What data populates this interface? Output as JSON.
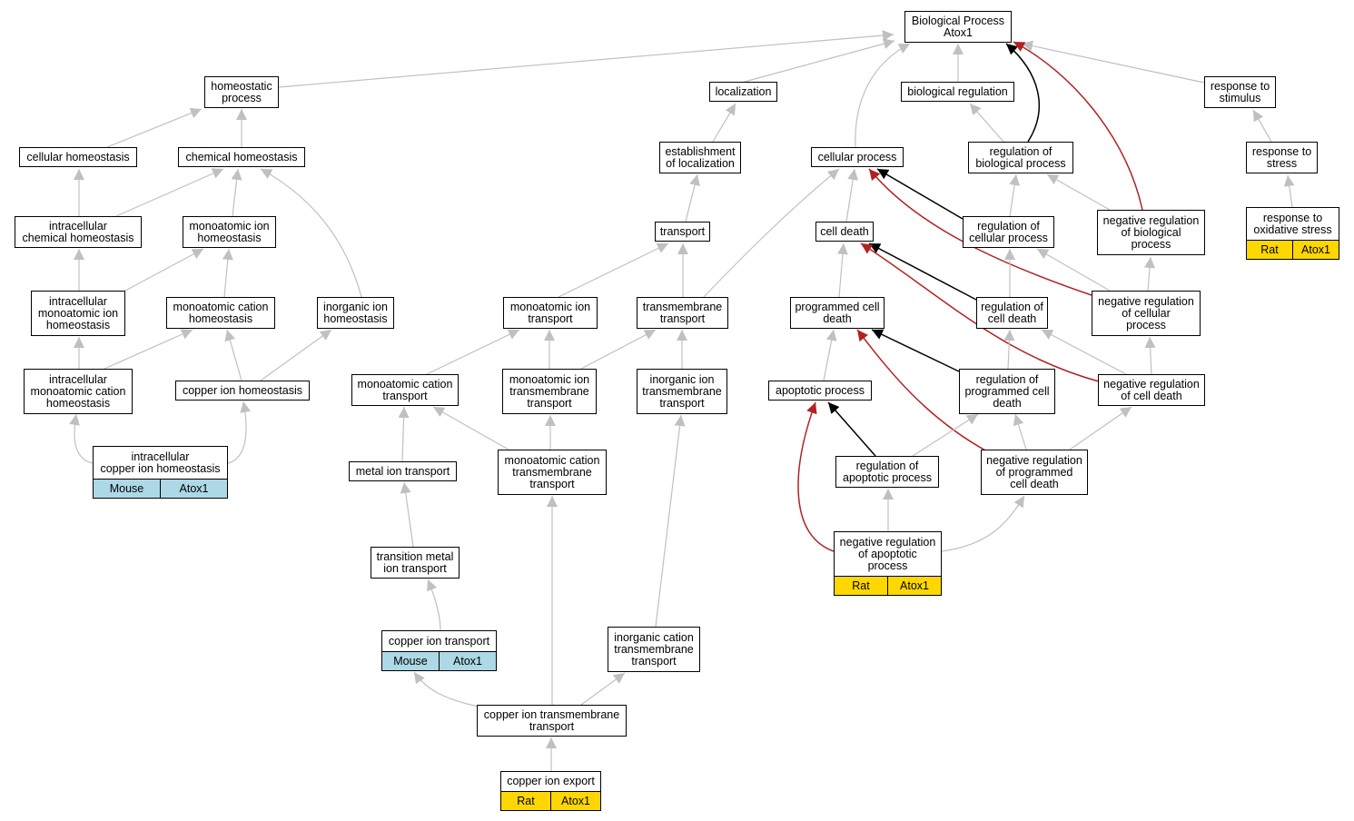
{
  "graph": {
    "colors": {
      "is_a": "#c0c0c0",
      "regulates": "#000000",
      "negatively_regulates": "#b22222",
      "annotation_mouse": "#add8e6",
      "annotation_rat": "#ffd700"
    },
    "nodes": [
      {
        "id": "bp",
        "label": "Biological Process\nAtox1"
      },
      {
        "id": "homeo",
        "label": "homeostatic\nprocess"
      },
      {
        "id": "loc",
        "label": "localization"
      },
      {
        "id": "bioreg",
        "label": "biological regulation"
      },
      {
        "id": "resp",
        "label": "response to\nstimulus"
      },
      {
        "id": "cellhomeo",
        "label": "cellular homeostasis"
      },
      {
        "id": "chemhomeo",
        "label": "chemical homeostasis"
      },
      {
        "id": "estloc",
        "label": "establishment\nof localization"
      },
      {
        "id": "cellproc",
        "label": "cellular process"
      },
      {
        "id": "regbio",
        "label": "regulation of\nbiological process"
      },
      {
        "id": "respstress",
        "label": "response to\nstress"
      },
      {
        "id": "intrachem",
        "label": "intracellular\nchemical homeostasis"
      },
      {
        "id": "monoionhomeo",
        "label": "monoatomic ion\nhomeostasis"
      },
      {
        "id": "transport",
        "label": "transport"
      },
      {
        "id": "celldeath",
        "label": "cell death"
      },
      {
        "id": "regcell",
        "label": "regulation of\ncellular process"
      },
      {
        "id": "negregbio",
        "label": "negative regulation\nof biological\nprocess"
      },
      {
        "id": "respox",
        "label": "response to\noxidative stress",
        "annotation": [
          "Rat",
          "Atox1"
        ]
      },
      {
        "id": "intramonoion",
        "label": "intracellular\nmonoatomic ion\nhomeostasis"
      },
      {
        "id": "monocathomeo",
        "label": "monoatomic cation\nhomeostasis"
      },
      {
        "id": "inorghomeo",
        "label": "inorganic ion\nhomeostasis"
      },
      {
        "id": "monoiontrans",
        "label": "monoatomic ion\ntransport"
      },
      {
        "id": "tmtrans",
        "label": "transmembrane\ntransport"
      },
      {
        "id": "pcd",
        "label": "programmed cell\ndeath"
      },
      {
        "id": "regcelldeath",
        "label": "regulation of\ncell death"
      },
      {
        "id": "negregcell",
        "label": "negative regulation\nof cellular\nprocess"
      },
      {
        "id": "intramonocat",
        "label": "intracellular\nmonoatomic cation\nhomeostasis"
      },
      {
        "id": "cuhomeo",
        "label": "copper ion homeostasis"
      },
      {
        "id": "monocattrans",
        "label": "monoatomic cation\ntransport"
      },
      {
        "id": "monoiontm",
        "label": "monoatomic ion\ntransmembrane\ntransport"
      },
      {
        "id": "inorgtm",
        "label": "inorganic ion\ntransmembrane\ntransport"
      },
      {
        "id": "apop",
        "label": "apoptotic process"
      },
      {
        "id": "regpcd",
        "label": "regulation of\nprogrammed cell\ndeath"
      },
      {
        "id": "negregcelldeath",
        "label": "negative regulation\nof cell death"
      },
      {
        "id": "intracu",
        "label": "intracellular\ncopper ion homeostasis",
        "annotation": [
          "Mouse",
          "Atox1"
        ]
      },
      {
        "id": "metaltrans",
        "label": "metal ion transport"
      },
      {
        "id": "monocattm",
        "label": "monoatomic cation\ntransmembrane\ntransport"
      },
      {
        "id": "regapop",
        "label": "regulation of\napoptotic process"
      },
      {
        "id": "negregpcd",
        "label": "negative regulation\nof programmed\ncell death"
      },
      {
        "id": "transmetal",
        "label": "transition metal\nion transport"
      },
      {
        "id": "negregapop",
        "label": "negative regulation\nof apoptotic\nprocess",
        "annotation": [
          "Rat",
          "Atox1"
        ]
      },
      {
        "id": "cutrans",
        "label": "copper ion transport",
        "annotation": [
          "Mouse",
          "Atox1"
        ]
      },
      {
        "id": "inorgcattm",
        "label": "inorganic cation\ntransmembrane\ntransport"
      },
      {
        "id": "cutm",
        "label": "copper ion transmembrane\ntransport"
      },
      {
        "id": "cuexport",
        "label": "copper ion export",
        "annotation": [
          "Rat",
          "Atox1"
        ]
      }
    ],
    "edges": [
      {
        "from": "homeo",
        "to": "bp",
        "rel": "is_a"
      },
      {
        "from": "loc",
        "to": "bp",
        "rel": "is_a"
      },
      {
        "from": "bioreg",
        "to": "bp",
        "rel": "is_a"
      },
      {
        "from": "resp",
        "to": "bp",
        "rel": "is_a"
      },
      {
        "from": "cellproc",
        "to": "bp",
        "rel": "is_a"
      },
      {
        "from": "regbio",
        "to": "bp",
        "rel": "regulates"
      },
      {
        "from": "negregbio",
        "to": "bp",
        "rel": "negatively_regulates"
      },
      {
        "from": "cellhomeo",
        "to": "homeo",
        "rel": "is_a"
      },
      {
        "from": "chemhomeo",
        "to": "homeo",
        "rel": "is_a"
      },
      {
        "from": "estloc",
        "to": "loc",
        "rel": "is_a"
      },
      {
        "from": "regbio",
        "to": "bioreg",
        "rel": "is_a"
      },
      {
        "from": "respstress",
        "to": "resp",
        "rel": "is_a"
      },
      {
        "from": "respox",
        "to": "respstress",
        "rel": "is_a"
      },
      {
        "from": "intrachem",
        "to": "cellhomeo",
        "rel": "is_a"
      },
      {
        "from": "intrachem",
        "to": "chemhomeo",
        "rel": "is_a"
      },
      {
        "from": "monoionhomeo",
        "to": "chemhomeo",
        "rel": "is_a"
      },
      {
        "from": "inorghomeo",
        "to": "chemhomeo",
        "rel": "is_a"
      },
      {
        "from": "transport",
        "to": "estloc",
        "rel": "is_a"
      },
      {
        "from": "celldeath",
        "to": "cellproc",
        "rel": "is_a"
      },
      {
        "from": "tmtrans",
        "to": "cellproc",
        "rel": "is_a"
      },
      {
        "from": "regcell",
        "to": "cellproc",
        "rel": "regulates"
      },
      {
        "from": "negregcell",
        "to": "cellproc",
        "rel": "negatively_regulates"
      },
      {
        "from": "regcell",
        "to": "regbio",
        "rel": "is_a"
      },
      {
        "from": "negregbio",
        "to": "regbio",
        "rel": "is_a"
      },
      {
        "from": "intramonoion",
        "to": "intrachem",
        "rel": "is_a"
      },
      {
        "from": "intramonoion",
        "to": "monoionhomeo",
        "rel": "is_a"
      },
      {
        "from": "monocathomeo",
        "to": "monoionhomeo",
        "rel": "is_a"
      },
      {
        "from": "monoiontrans",
        "to": "transport",
        "rel": "is_a"
      },
      {
        "from": "tmtrans",
        "to": "transport",
        "rel": "is_a"
      },
      {
        "from": "pcd",
        "to": "celldeath",
        "rel": "is_a"
      },
      {
        "from": "regcelldeath",
        "to": "celldeath",
        "rel": "regulates"
      },
      {
        "from": "negregcelldeath",
        "to": "celldeath",
        "rel": "negatively_regulates"
      },
      {
        "from": "regcelldeath",
        "to": "regcell",
        "rel": "is_a"
      },
      {
        "from": "negregcell",
        "to": "regcell",
        "rel": "is_a"
      },
      {
        "from": "negregcell",
        "to": "negregbio",
        "rel": "is_a"
      },
      {
        "from": "intramonocat",
        "to": "intramonoion",
        "rel": "is_a"
      },
      {
        "from": "intramonocat",
        "to": "monocathomeo",
        "rel": "is_a"
      },
      {
        "from": "cuhomeo",
        "to": "monocathomeo",
        "rel": "is_a"
      },
      {
        "from": "cuhomeo",
        "to": "inorghomeo",
        "rel": "is_a"
      },
      {
        "from": "monocattrans",
        "to": "monoiontrans",
        "rel": "is_a"
      },
      {
        "from": "monoiontm",
        "to": "monoiontrans",
        "rel": "is_a"
      },
      {
        "from": "monoiontm",
        "to": "tmtrans",
        "rel": "is_a"
      },
      {
        "from": "inorgtm",
        "to": "tmtrans",
        "rel": "is_a"
      },
      {
        "from": "apop",
        "to": "pcd",
        "rel": "is_a"
      },
      {
        "from": "regpcd",
        "to": "pcd",
        "rel": "regulates"
      },
      {
        "from": "negregpcd",
        "to": "pcd",
        "rel": "negatively_regulates"
      },
      {
        "from": "regpcd",
        "to": "regcelldeath",
        "rel": "is_a"
      },
      {
        "from": "negregcelldeath",
        "to": "regcelldeath",
        "rel": "is_a"
      },
      {
        "from": "negregcelldeath",
        "to": "negregcell",
        "rel": "is_a"
      },
      {
        "from": "intracu",
        "to": "intramonocat",
        "rel": "is_a"
      },
      {
        "from": "intracu",
        "to": "cuhomeo",
        "rel": "is_a"
      },
      {
        "from": "metaltrans",
        "to": "monocattrans",
        "rel": "is_a"
      },
      {
        "from": "monocattm",
        "to": "monocattrans",
        "rel": "is_a"
      },
      {
        "from": "monocattm",
        "to": "monoiontm",
        "rel": "is_a"
      },
      {
        "from": "regapop",
        "to": "apop",
        "rel": "regulates"
      },
      {
        "from": "negregapop",
        "to": "apop",
        "rel": "negatively_regulates"
      },
      {
        "from": "regapop",
        "to": "regpcd",
        "rel": "is_a"
      },
      {
        "from": "negregpcd",
        "to": "regpcd",
        "rel": "is_a"
      },
      {
        "from": "negregpcd",
        "to": "negregcelldeath",
        "rel": "is_a"
      },
      {
        "from": "transmetal",
        "to": "metaltrans",
        "rel": "is_a"
      },
      {
        "from": "negregapop",
        "to": "regapop",
        "rel": "is_a"
      },
      {
        "from": "negregapop",
        "to": "negregpcd",
        "rel": "is_a"
      },
      {
        "from": "cutrans",
        "to": "transmetal",
        "rel": "is_a"
      },
      {
        "from": "inorgcattm",
        "to": "inorgtm",
        "rel": "is_a"
      },
      {
        "from": "cutm",
        "to": "cutrans",
        "rel": "is_a"
      },
      {
        "from": "cutm",
        "to": "monocattm",
        "rel": "is_a"
      },
      {
        "from": "cutm",
        "to": "inorgcattm",
        "rel": "is_a"
      },
      {
        "from": "cuexport",
        "to": "cutm",
        "rel": "is_a"
      }
    ]
  }
}
